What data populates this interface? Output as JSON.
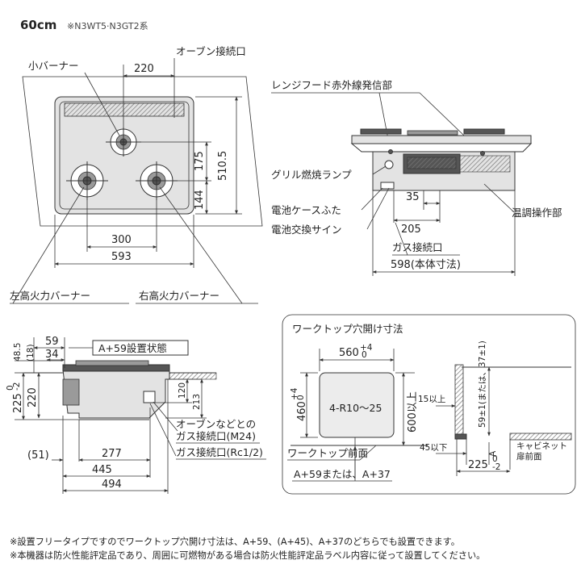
{
  "title": {
    "size": "60cm",
    "series": "※N3WT5·N3GT2系"
  },
  "top_view": {
    "small_burner": "小バーナー",
    "oven_port": "オーブン接続口",
    "dim_220": "220",
    "dim_510_5": "510.5",
    "dim_175": "175",
    "dim_144": "144",
    "dim_300": "300",
    "dim_593": "593",
    "left_burner": "左高火力バーナー",
    "right_burner": "右高火力バーナー"
  },
  "front_view": {
    "hood_sensor": "レンジフード赤外線発信部",
    "grill_lamp": "グリル燃焼ランプ",
    "battery_cover": "電池ケースふた",
    "battery_sign": "電池交換サイン",
    "temp_control": "温調操作部",
    "gas_port": "ガス接続口",
    "dim_35": "35",
    "dim_205": "205",
    "dim_598": "598(本体寸法)"
  },
  "side_view": {
    "state": "A+59設置状態",
    "dim_59": "59",
    "dim_34": "34",
    "dim_48_5": "48.5",
    "dim_18": "(18)",
    "dim_225": "225",
    "tol_225_up": "0",
    "tol_225_down": "-2",
    "dim_220": "220",
    "dim_120": "120",
    "dim_213": "213",
    "oven_port_m24_1": "オーブンなどとの",
    "oven_port_m24_2": "ガス接続口(M24)",
    "gas_port_rc": "ガス接続口(Rc1/2)",
    "dim_51": "(51)",
    "dim_277": "277",
    "dim_445": "445",
    "dim_494": "494"
  },
  "cutout": {
    "title": "ワークトップ穴開け寸法",
    "dim_560": "560",
    "tol_560_up": "+4",
    "tol_560_down": "0",
    "dim_460": "460",
    "tol_460_up": "+4",
    "tol_460_down": "0",
    "radius": "4-R10～25",
    "dim_600": "600以上",
    "worktop_front": "ワークトップ前面",
    "a_options": "A+59または、A+37",
    "dim_15": "15以上",
    "dim_45": "45以下",
    "dim_59_37": "59±1(または、37±1)",
    "a_label": "A",
    "dim_225": "225",
    "tol_225_up": "0",
    "tol_225_down": "-2",
    "cabinet_1": "キャビネット",
    "cabinet_2": "扉前面"
  },
  "notes": {
    "line1": "※設置フリータイプですのでワークトップ穴開け寸法は、A+59、(A+45)、A+37のどちらでも設置できます。",
    "line2": "※本機器は防火性能評定品であり、周囲に可燃物がある場合は防火性能評定品ラベル内容に従って設置してください。"
  }
}
